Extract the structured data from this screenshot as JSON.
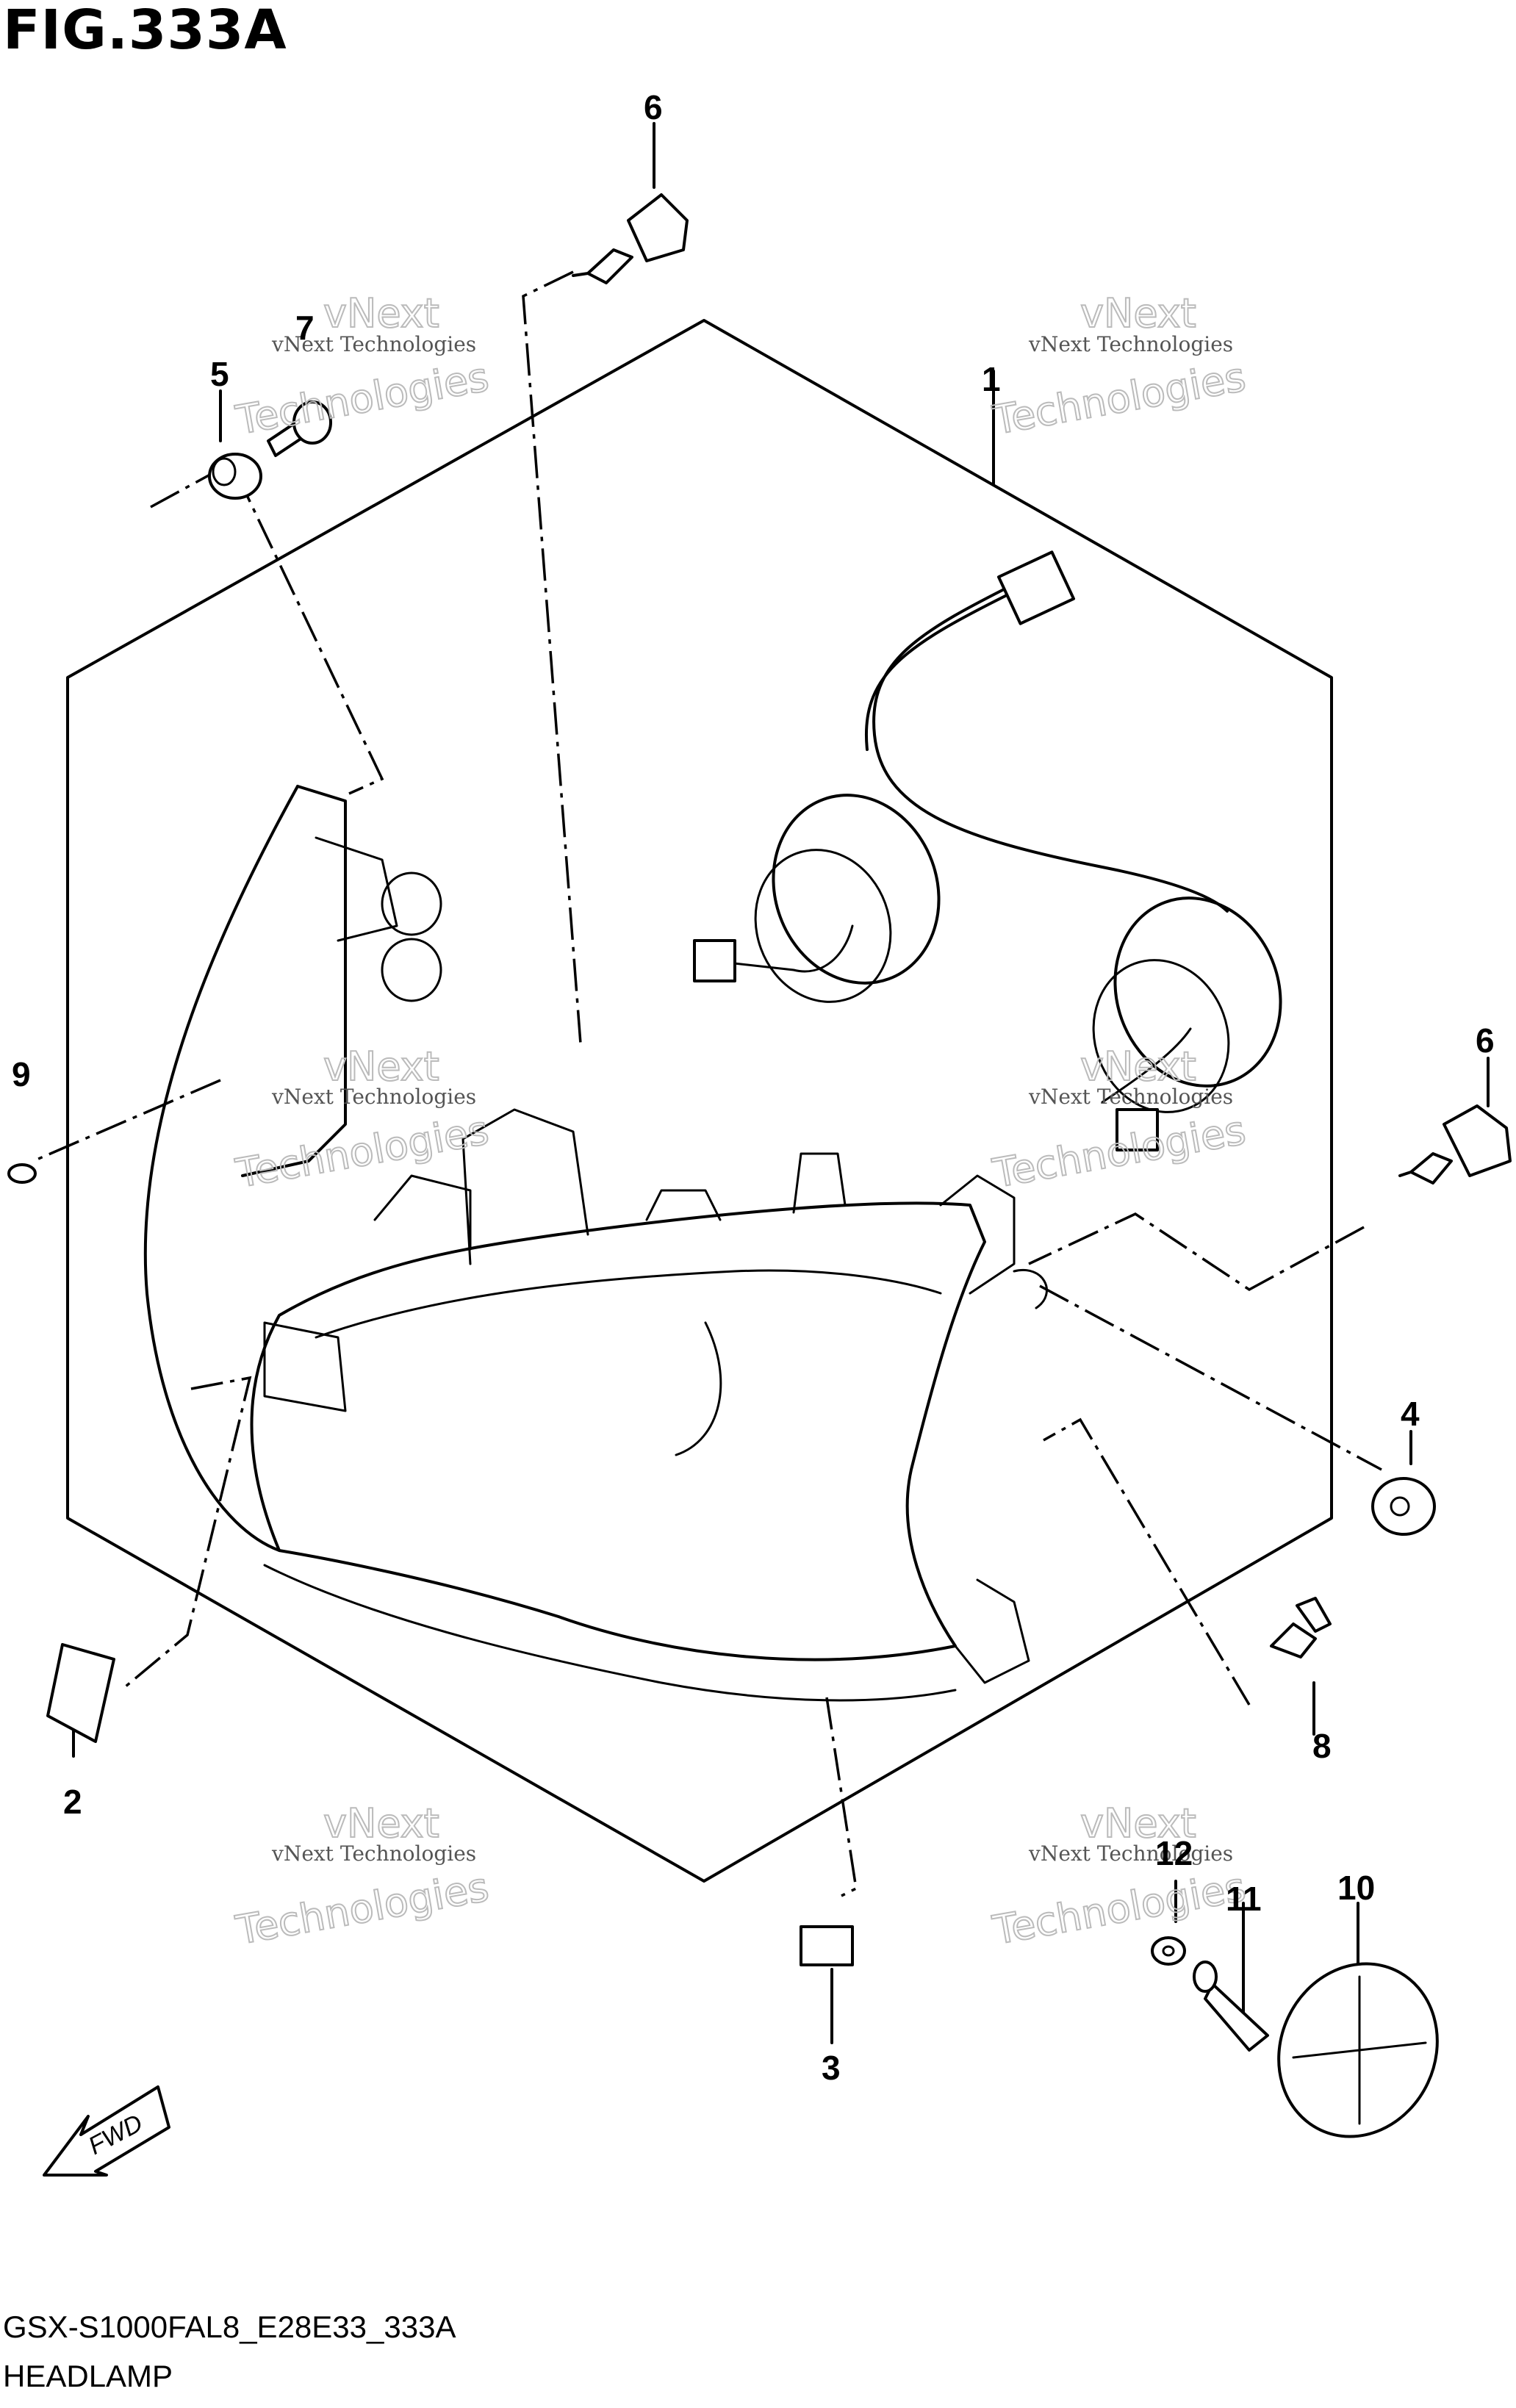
{
  "figure": {
    "title": "FIG.333A"
  },
  "callouts": [
    "1",
    "2",
    "3",
    "4",
    "5",
    "6",
    "6",
    "7",
    "8",
    "9",
    "10",
    "11",
    "12"
  ],
  "fwd_label": "FWD",
  "watermark": {
    "line1": "vNext Technologies",
    "line2": "vNext",
    "line3": "Technologies"
  },
  "footer": {
    "model_code": "GSX-S1000FAL8_E28E33_333A",
    "group_name": "HEADLAMP"
  }
}
